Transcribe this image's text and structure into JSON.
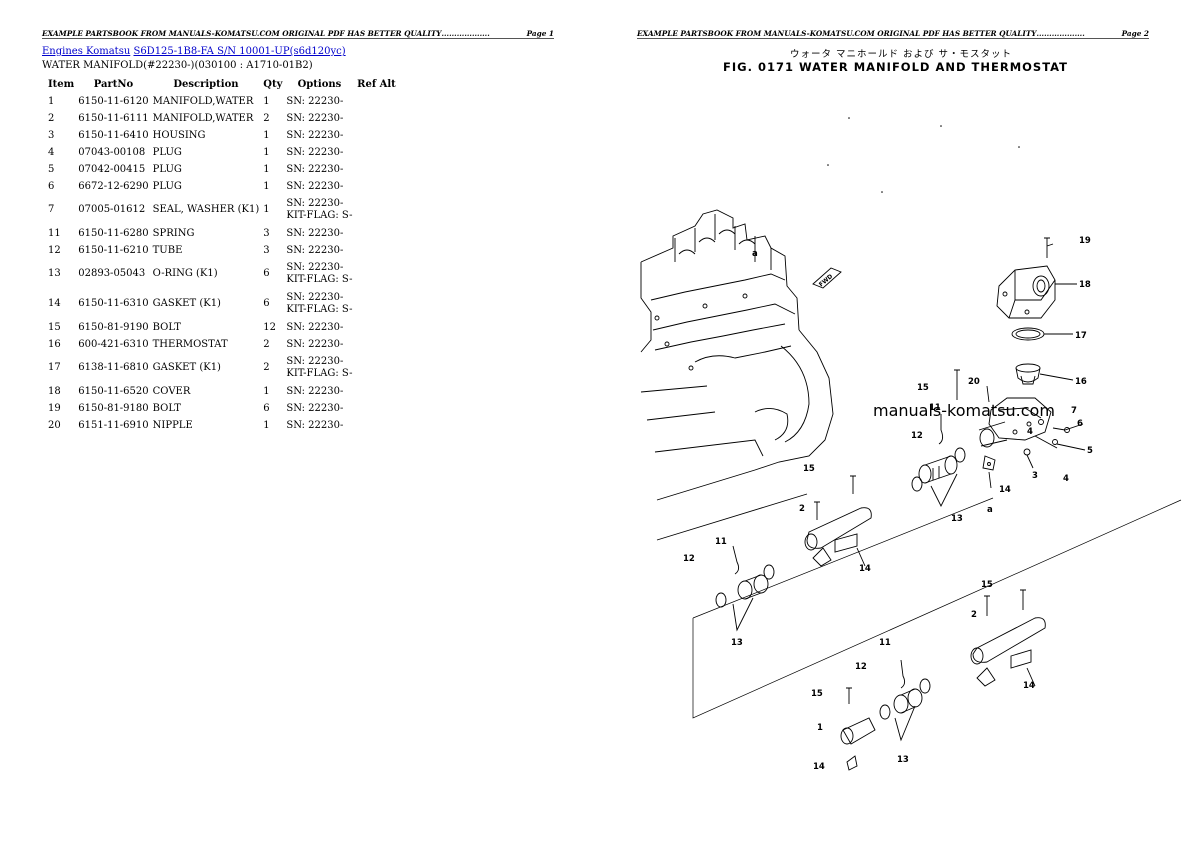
{
  "left_page": {
    "header": {
      "text": "EXAMPLE PARTSBOOK FROM MANUALS-KOMATSU.COM ORIGINAL PDF HAS BETTER QUALITY",
      "dots": "...................",
      "page_label": "Page 1"
    },
    "breadcrumb": {
      "link1": "Engines Komatsu",
      "link2": "S6D125-1B8-FA S/N 10001-UP(s6d120yc)"
    },
    "subtitle": "WATER MANIFOLD(#22230-)(030100 : A1710-01B2)",
    "table": {
      "headers": {
        "item": "Item",
        "partno": "PartNo",
        "description": "Description",
        "qty": "Qty",
        "options": "Options",
        "refalt": "Ref Alt"
      },
      "rows": [
        {
          "item": "1",
          "partno": "6150-11-6120",
          "description": "MANIFOLD,WATER",
          "qty": "1",
          "options": "SN: 22230-",
          "options2": ""
        },
        {
          "item": "2",
          "partno": "6150-11-6111",
          "description": "MANIFOLD,WATER",
          "qty": "2",
          "options": "SN: 22230-",
          "options2": ""
        },
        {
          "item": "3",
          "partno": "6150-11-6410",
          "description": "HOUSING",
          "qty": "1",
          "options": "SN: 22230-",
          "options2": ""
        },
        {
          "item": "4",
          "partno": "07043-00108",
          "description": "PLUG",
          "qty": "1",
          "options": "SN: 22230-",
          "options2": ""
        },
        {
          "item": "5",
          "partno": "07042-00415",
          "description": "PLUG",
          "qty": "1",
          "options": "SN: 22230-",
          "options2": ""
        },
        {
          "item": "6",
          "partno": "6672-12-6290",
          "description": "PLUG",
          "qty": "1",
          "options": "SN: 22230-",
          "options2": ""
        },
        {
          "item": "7",
          "partno": "07005-01612",
          "description": "SEAL, WASHER (K1)",
          "qty": "1",
          "options": "SN: 22230-",
          "options2": "KIT-FLAG: S-"
        },
        {
          "item": "11",
          "partno": "6150-11-6280",
          "description": "SPRING",
          "qty": "3",
          "options": "SN: 22230-",
          "options2": ""
        },
        {
          "item": "12",
          "partno": "6150-11-6210",
          "description": "TUBE",
          "qty": "3",
          "options": "SN: 22230-",
          "options2": ""
        },
        {
          "item": "13",
          "partno": "02893-05043",
          "description": "O-RING (K1)",
          "qty": "6",
          "options": "SN: 22230-",
          "options2": "KIT-FLAG: S-"
        },
        {
          "item": "14",
          "partno": "6150-11-6310",
          "description": "GASKET (K1)",
          "qty": "6",
          "options": "SN: 22230-",
          "options2": "KIT-FLAG: S-"
        },
        {
          "item": "15",
          "partno": "6150-81-9190",
          "description": "BOLT",
          "qty": "12",
          "options": "SN: 22230-",
          "options2": ""
        },
        {
          "item": "16",
          "partno": "600-421-6310",
          "description": "THERMOSTAT",
          "qty": "2",
          "options": "SN: 22230-",
          "options2": ""
        },
        {
          "item": "17",
          "partno": "6138-11-6810",
          "description": "GASKET (K1)",
          "qty": "2",
          "options": "SN: 22230-",
          "options2": "KIT-FLAG: S-"
        },
        {
          "item": "18",
          "partno": "6150-11-6520",
          "description": "COVER",
          "qty": "1",
          "options": "SN: 22230-",
          "options2": ""
        },
        {
          "item": "19",
          "partno": "6150-81-9180",
          "description": "BOLT",
          "qty": "6",
          "options": "SN: 22230-",
          "options2": ""
        },
        {
          "item": "20",
          "partno": "6151-11-6910",
          "description": "NIPPLE",
          "qty": "1",
          "options": "SN: 22230-",
          "options2": ""
        }
      ]
    }
  },
  "right_page": {
    "header": {
      "text": "EXAMPLE PARTSBOOK FROM MANUALS-KOMATSU.COM ORIGINAL PDF HAS BETTER QUALITY",
      "dots": "...................",
      "page_label": "Page 2"
    },
    "figure": {
      "japanese_title": "ウォータ マニホールド および サ・モスタット",
      "title": "FIG. 0171  WATER MANIFOLD AND THERMOSTAT",
      "watermark": "manuals-komatsu.com",
      "tag_label": "FWD",
      "callouts": {
        "c19": "19",
        "c18": "18",
        "c17": "17",
        "c16": "16",
        "c15a": "15",
        "c20": "20",
        "c7": "7",
        "c6": "6",
        "c5": "5",
        "c4a": "4",
        "c4b": "4",
        "c3": "3",
        "c11a": "11",
        "c12a": "12",
        "c14a": "14",
        "c13a": "13",
        "ca": "a",
        "cb": "a",
        "c15b": "15",
        "c2a": "2",
        "c14b": "14",
        "c11b": "11",
        "c12b": "12",
        "c13b": "13",
        "c15c": "15",
        "c2b": "2",
        "c14c": "14",
        "c11c": "11",
        "c12c": "12",
        "c15d": "15",
        "c1": "1",
        "c13c": "13",
        "c14d": "14"
      }
    }
  },
  "colors": {
    "link": "#0000cc",
    "ink": "#000000",
    "rule": "#555555"
  }
}
